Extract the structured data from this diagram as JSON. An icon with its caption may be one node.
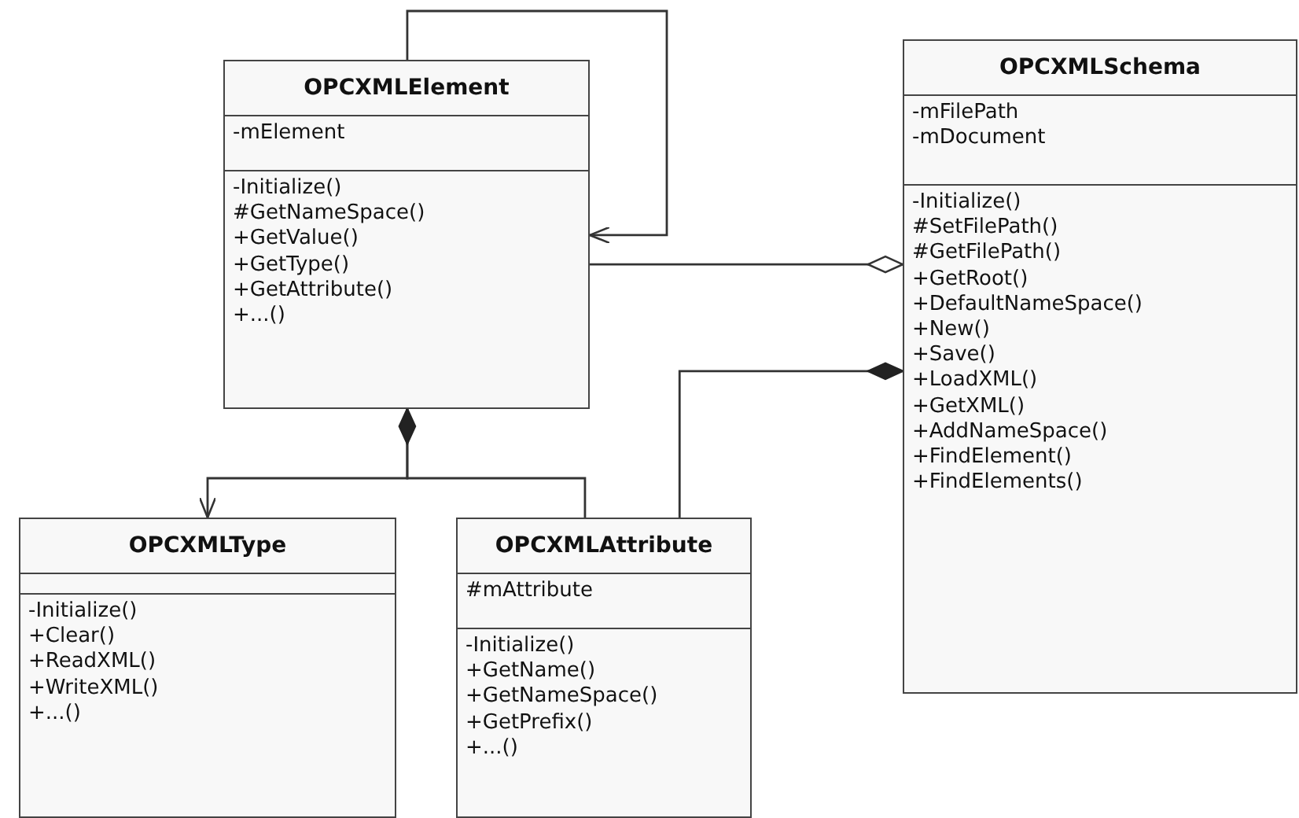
{
  "diagram": {
    "nodes": [
      {
        "text": [
          "OPCXMLElement",
          "-mElement",
          "-Initialize()",
          "#GetNameSpace()",
          "+GetValue()",
          "+GetType()",
          "+GetAttribute()",
          "+...()"
        ]
      },
      {
        "text": [
          "OPCXMLSchema",
          "-mFilePath",
          "-mDocument",
          "-Initialize()",
          "#SetFilePath()",
          "#GetFilePath()",
          "+GetRoot()",
          "+DefaultNameSpace()",
          "+New()",
          "+Save()",
          "+LoadXML()",
          "+GetXML()",
          "+AddNameSpace()",
          "+FindElement()",
          "+FindElements()"
        ]
      },
      {
        "text": [
          "OPCXMLType",
          "-Initialize()",
          "+Clear()",
          "+ReadXML()",
          "+WriteXML()",
          "+...()"
        ]
      },
      {
        "text": [
          "OPCXMLAttribute",
          "#mAttribute",
          "-Initialize()",
          "+GetName()",
          "+GetNameSpace()",
          "+GetPrefix()",
          "+...()"
        ]
      }
    ],
    "edges": [
      {
        "from": 0,
        "to": 0,
        "arrow": "to"
      },
      {
        "from": 0,
        "to": 1,
        "arrow": "other"
      },
      {
        "from": 0,
        "to": 2,
        "arrow": "to"
      },
      {
        "from": 0,
        "to": 3,
        "arrow": "other"
      },
      {
        "from": 3,
        "to": 1,
        "arrow": "other"
      }
    ]
  }
}
